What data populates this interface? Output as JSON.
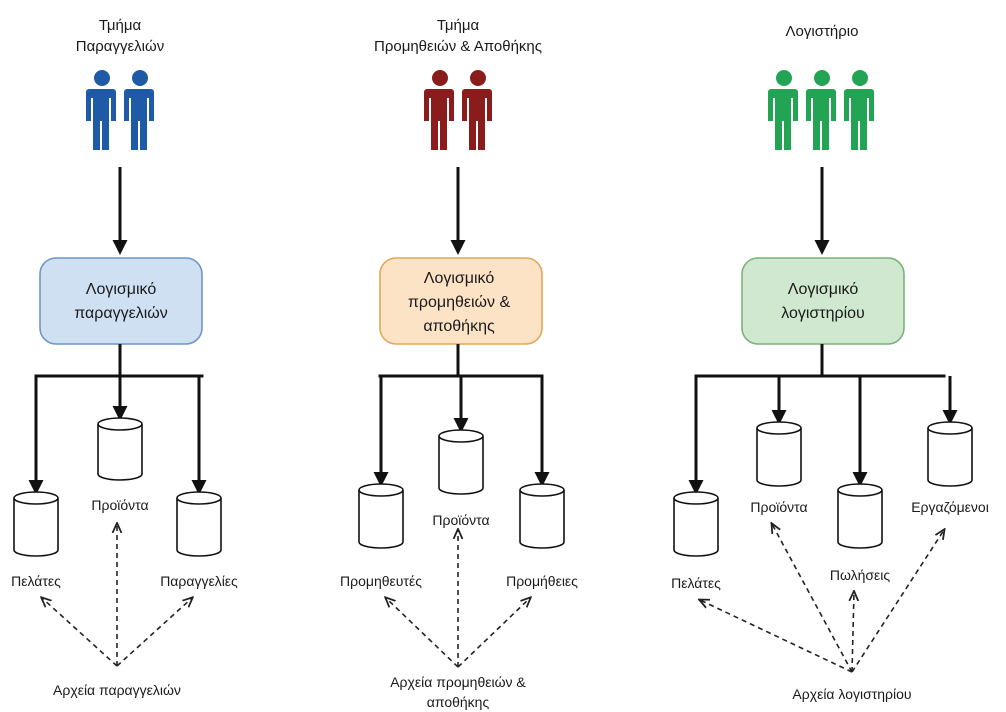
{
  "colors": {
    "orders_people": "#1f5aa6",
    "supply_people": "#8b1c1c",
    "accounting_people": "#23a455",
    "orders_box_fill": "#cfe0f3",
    "orders_box_border": "#6f96c8",
    "supply_box_fill": "#fde3c6",
    "supply_box_border": "#e3a75a",
    "accounting_box_fill": "#cfe8cf",
    "accounting_box_border": "#7bb27b"
  },
  "departments": [
    {
      "id": "orders",
      "title_lines": [
        "Τμήμα",
        "Παραγγελιών"
      ],
      "people_count": 2,
      "software_lines": [
        "Λογισμικό",
        "παραγγελιών"
      ],
      "files": [
        {
          "name": "Πελάτες"
        },
        {
          "name": "Προϊόντα"
        },
        {
          "name": "Παραγγελίες"
        }
      ],
      "archive_lines": [
        "Αρχεία παραγγελιών"
      ]
    },
    {
      "id": "supply",
      "title_lines": [
        "Τμήμα",
        "Προμηθειών & Αποθήκης"
      ],
      "people_count": 2,
      "software_lines": [
        "Λογισμικό",
        "προμηθειών &",
        "αποθήκης"
      ],
      "files": [
        {
          "name": "Προμηθευτές"
        },
        {
          "name": "Προϊόντα"
        },
        {
          "name": "Προμήθειες"
        }
      ],
      "archive_lines": [
        "Αρχεία προμηθειών &",
        "αποθήκης"
      ]
    },
    {
      "id": "accounting",
      "title_lines": [
        "Λογιστήριο"
      ],
      "people_count": 3,
      "software_lines": [
        "Λογισμικό",
        "λογιστηρίου"
      ],
      "files": [
        {
          "name": "Πελάτες"
        },
        {
          "name": "Προϊόντα"
        },
        {
          "name": "Πωλήσεις"
        },
        {
          "name": "Εργαζόμενοι"
        }
      ],
      "archive_lines": [
        "Αρχεία λογιστηρίου"
      ]
    }
  ]
}
